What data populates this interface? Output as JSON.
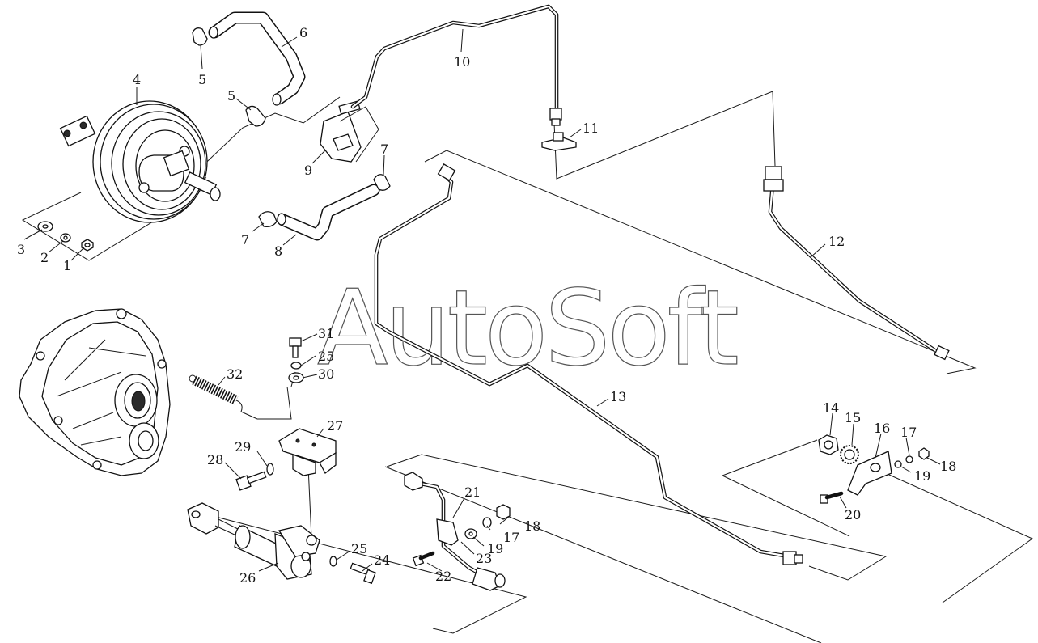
{
  "watermark": "AutoSoft",
  "callouts": [
    {
      "id": "1",
      "label": "1"
    },
    {
      "id": "2",
      "label": "2"
    },
    {
      "id": "3",
      "label": "3"
    },
    {
      "id": "4",
      "label": "4"
    },
    {
      "id": "5a",
      "label": "5"
    },
    {
      "id": "5b",
      "label": "5"
    },
    {
      "id": "6",
      "label": "6"
    },
    {
      "id": "7a",
      "label": "7"
    },
    {
      "id": "7b",
      "label": "7"
    },
    {
      "id": "8",
      "label": "8"
    },
    {
      "id": "9",
      "label": "9"
    },
    {
      "id": "10",
      "label": "10"
    },
    {
      "id": "11",
      "label": "11"
    },
    {
      "id": "12",
      "label": "12"
    },
    {
      "id": "13",
      "label": "13"
    },
    {
      "id": "14",
      "label": "14"
    },
    {
      "id": "15",
      "label": "15"
    },
    {
      "id": "16",
      "label": "16"
    },
    {
      "id": "17a",
      "label": "17"
    },
    {
      "id": "17b",
      "label": "17"
    },
    {
      "id": "18a",
      "label": "18"
    },
    {
      "id": "18b",
      "label": "18"
    },
    {
      "id": "19a",
      "label": "19"
    },
    {
      "id": "19b",
      "label": "19"
    },
    {
      "id": "20",
      "label": "20"
    },
    {
      "id": "21",
      "label": "21"
    },
    {
      "id": "22",
      "label": "22"
    },
    {
      "id": "23",
      "label": "23"
    },
    {
      "id": "24",
      "label": "24"
    },
    {
      "id": "25a",
      "label": "25"
    },
    {
      "id": "25b",
      "label": "25"
    },
    {
      "id": "26",
      "label": "26"
    },
    {
      "id": "27",
      "label": "27"
    },
    {
      "id": "28",
      "label": "28"
    },
    {
      "id": "29",
      "label": "29"
    },
    {
      "id": "30",
      "label": "30"
    },
    {
      "id": "31",
      "label": "31"
    },
    {
      "id": "32",
      "label": "32"
    }
  ]
}
